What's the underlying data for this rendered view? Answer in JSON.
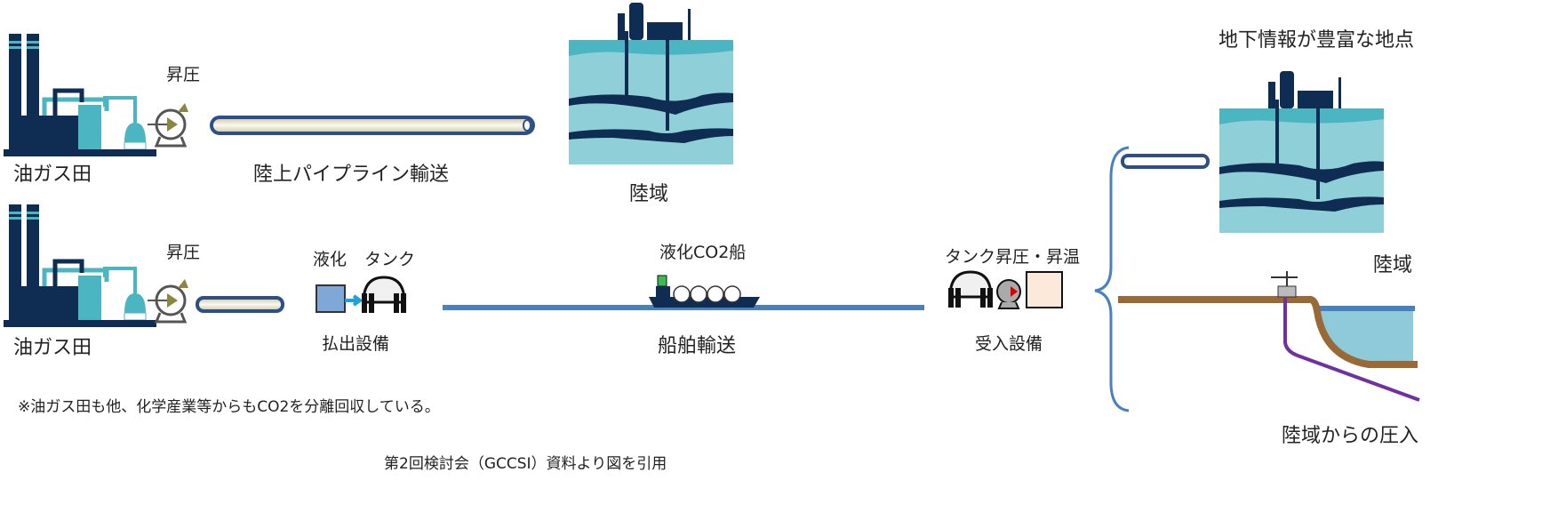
{
  "title": "地下情報が豊富な地点",
  "row1": {
    "source_label": "油ガス田",
    "pump_label": "昇圧",
    "transport_label": "陸上パイプライン輸送",
    "storage_label": "陸域"
  },
  "row2": {
    "source_label": "油ガス田",
    "pump_label": "昇圧",
    "liquefy_label": "液化",
    "tank_label": "タンク",
    "shipping_facility_label": "払出設備",
    "ship_label": "液化CO2船",
    "transport_label": "船舶輸送",
    "recv_tank_label": "タンク",
    "recv_pump_label": "昇圧・昇温",
    "receiving_facility_label": "受入設備"
  },
  "right": {
    "onshore_label": "陸域",
    "injection_label": "陸域からの圧入"
  },
  "note": "※油ガス田も他、化学産業等からもCO2を分離回収している。",
  "source_citation": "第2回検討会（GCCSI）資料より図を引用",
  "colors": {
    "navy": "#0f2d52",
    "teal": "#4bb5c1",
    "sea": "#8fd0d8",
    "line_blue": "#4a7fc0",
    "brown": "#9a6a36",
    "purple": "#7030a0"
  }
}
